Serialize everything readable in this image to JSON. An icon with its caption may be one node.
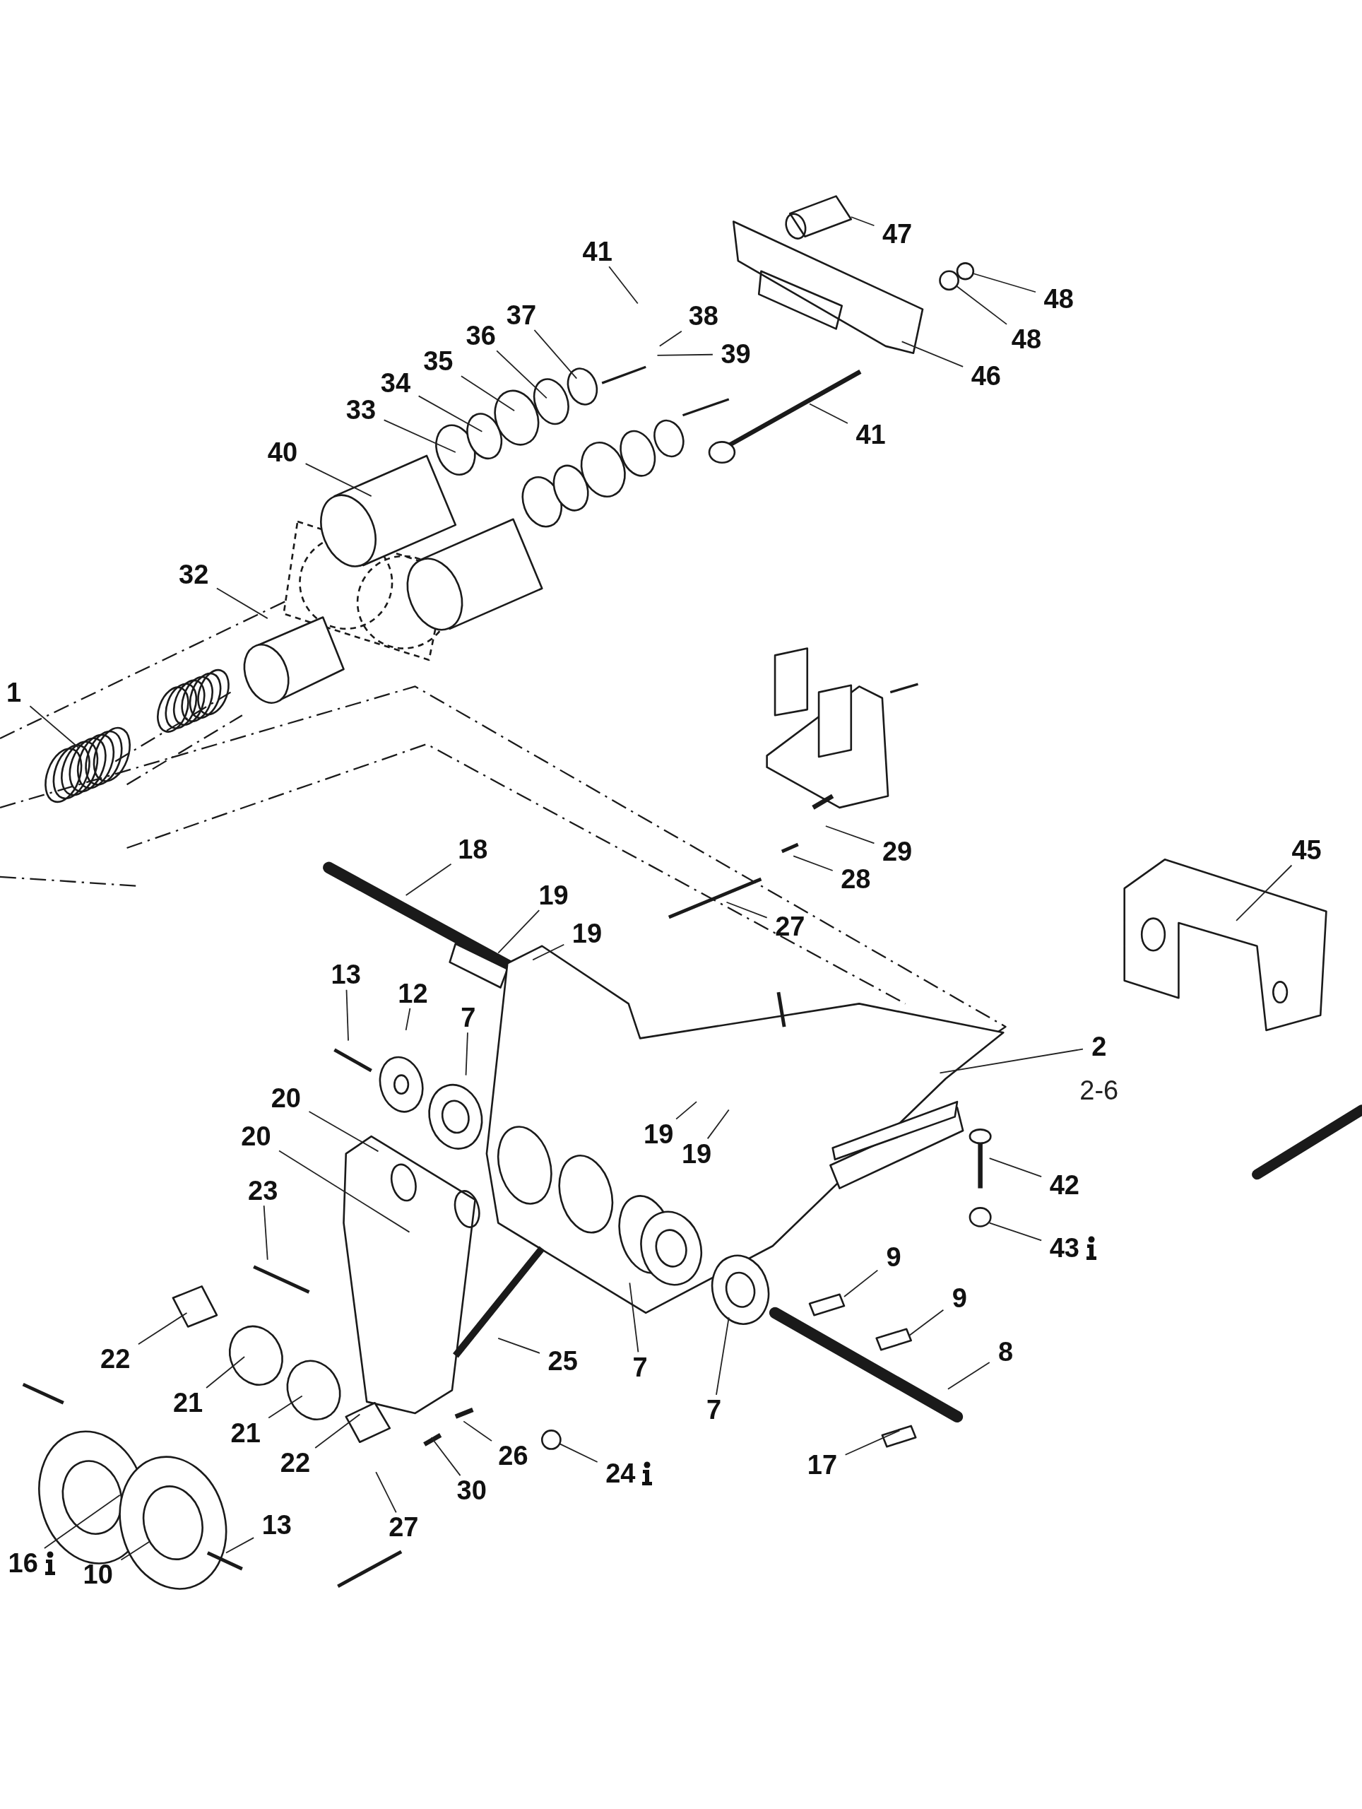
{
  "diagram": {
    "nodes": [
      {
        "text": [
          "41"
        ]
      },
      {
        "text": [
          "47"
        ]
      },
      {
        "text": [
          "48"
        ]
      },
      {
        "text": [
          "48"
        ]
      },
      {
        "text": [
          "37"
        ]
      },
      {
        "text": [
          "38"
        ]
      },
      {
        "text": [
          "39"
        ]
      },
      {
        "text": [
          "36"
        ]
      },
      {
        "text": [
          "35"
        ]
      },
      {
        "text": [
          "34"
        ]
      },
      {
        "text": [
          "33"
        ]
      },
      {
        "text": [
          "46"
        ]
      },
      {
        "text": [
          "41"
        ]
      },
      {
        "text": [
          "40"
        ]
      },
      {
        "text": [
          "32"
        ]
      },
      {
        "text": [
          "1"
        ]
      },
      {
        "text": [
          "29"
        ]
      },
      {
        "text": [
          "28"
        ]
      },
      {
        "text": [
          "45"
        ]
      },
      {
        "text": [
          "18"
        ]
      },
      {
        "text": [
          "19"
        ]
      },
      {
        "text": [
          "19"
        ]
      },
      {
        "text": [
          "27"
        ]
      },
      {
        "text": [
          "13"
        ]
      },
      {
        "text": [
          "12"
        ]
      },
      {
        "text": [
          "7"
        ]
      },
      {
        "text": [
          "2"
        ]
      },
      {
        "text": [
          "20"
        ]
      },
      {
        "text": [
          "19"
        ]
      },
      {
        "text": [
          "19"
        ]
      },
      {
        "text": [
          "20"
        ]
      },
      {
        "text": [
          "42"
        ]
      },
      {
        "text": [
          "43"
        ]
      },
      {
        "text": [
          "23"
        ]
      },
      {
        "text": [
          "9"
        ]
      },
      {
        "text": [
          "9"
        ]
      },
      {
        "text": [
          "22"
        ]
      },
      {
        "text": [
          "21"
        ]
      },
      {
        "text": [
          "25"
        ]
      },
      {
        "text": [
          "7"
        ]
      },
      {
        "text": [
          "8"
        ]
      },
      {
        "text": [
          "7"
        ]
      },
      {
        "text": [
          "21"
        ]
      },
      {
        "text": [
          "22"
        ]
      },
      {
        "text": [
          "26"
        ]
      },
      {
        "text": [
          "24"
        ]
      },
      {
        "text": [
          "17"
        ]
      },
      {
        "text": [
          "30"
        ]
      },
      {
        "text": [
          "27"
        ]
      },
      {
        "text": [
          "13"
        ]
      },
      {
        "text": [
          "16"
        ]
      },
      {
        "text": [
          "10"
        ]
      },
      {
        "text": [],
        "shape": "circle"
      },
      {
        "text": [],
        "shape": "circle"
      },
      {
        "text": [],
        "shape": "circle"
      }
    ],
    "edges": [
      {
        "from": 0,
        "to": null,
        "arrow": "none"
      },
      {
        "from": 1,
        "to": null,
        "arrow": "none"
      },
      {
        "from": 2,
        "to": 53,
        "arrow": "none"
      },
      {
        "from": 3,
        "to": 52,
        "arrow": "none"
      },
      {
        "from": 4,
        "to": null,
        "arrow": "none"
      },
      {
        "from": 5,
        "to": null,
        "arrow": "none"
      },
      {
        "from": 6,
        "to": null,
        "arrow": "none"
      },
      {
        "from": 7,
        "to": null,
        "arrow": "none"
      },
      {
        "from": 8,
        "to": null,
        "arrow": "none"
      },
      {
        "from": 9,
        "to": null,
        "arrow": "none"
      },
      {
        "from": 10,
        "to": null,
        "arrow": "none"
      },
      {
        "from": 11,
        "to": null,
        "arrow": "none"
      },
      {
        "from": 12,
        "to": null,
        "arrow": "none"
      },
      {
        "from": 13,
        "to": null,
        "arrow": "none"
      },
      {
        "from": 14,
        "to": null,
        "arrow": "none"
      },
      {
        "from": 15,
        "to": null,
        "arrow": "none"
      },
      {
        "from": 16,
        "to": null,
        "arrow": "none"
      },
      {
        "from": 17,
        "to": null,
        "arrow": "none"
      },
      {
        "from": 18,
        "to": null,
        "arrow": "none"
      },
      {
        "from": 19,
        "to": null,
        "arrow": "none"
      },
      {
        "from": 20,
        "to": null,
        "arrow": "none"
      },
      {
        "from": 21,
        "to": null,
        "arrow": "none"
      },
      {
        "from": 22,
        "to": null,
        "arrow": "none"
      },
      {
        "from": 23,
        "to": null,
        "arrow": "none"
      },
      {
        "from": 24,
        "to": null,
        "arrow": "none"
      },
      {
        "from": 25,
        "to": null,
        "arrow": "none"
      },
      {
        "from": 26,
        "to": null,
        "arrow": "none"
      },
      {
        "from": 27,
        "to": null,
        "arrow": "none"
      },
      {
        "from": 28,
        "to": null,
        "arrow": "none"
      },
      {
        "from": 29,
        "to": null,
        "arrow": "none"
      },
      {
        "from": 30,
        "to": null,
        "arrow": "none"
      },
      {
        "from": 31,
        "to": null,
        "arrow": "none"
      },
      {
        "from": 32,
        "to": null,
        "arrow": "none"
      },
      {
        "from": 33,
        "to": null,
        "arrow": "none"
      },
      {
        "from": 34,
        "to": null,
        "arrow": "none"
      },
      {
        "from": 35,
        "to": null,
        "arrow": "none"
      },
      {
        "from": 36,
        "to": null,
        "arrow": "none"
      },
      {
        "from": 37,
        "to": null,
        "arrow": "none"
      },
      {
        "from": 38,
        "to": null,
        "arrow": "none"
      },
      {
        "from": 39,
        "to": null,
        "arrow": "none"
      },
      {
        "from": 40,
        "to": null,
        "arrow": "none"
      },
      {
        "from": 41,
        "to": null,
        "arrow": "none"
      },
      {
        "from": 42,
        "to": null,
        "arrow": "none"
      },
      {
        "from": 43,
        "to": null,
        "arrow": "none"
      },
      {
        "from": 44,
        "to": null,
        "arrow": "none"
      },
      {
        "from": 45,
        "to": 54,
        "arrow": "none"
      },
      {
        "from": 46,
        "to": null,
        "arrow": "none"
      },
      {
        "from": 47,
        "to": null,
        "arrow": "none"
      },
      {
        "from": 48,
        "to": null,
        "arrow": "none"
      },
      {
        "from": 49,
        "to": null,
        "arrow": "none"
      },
      {
        "from": 50,
        "to": null,
        "arrow": "none"
      },
      {
        "from": 51,
        "to": null,
        "arrow": "none"
      }
    ],
    "labels": [
      "2-6"
    ]
  }
}
